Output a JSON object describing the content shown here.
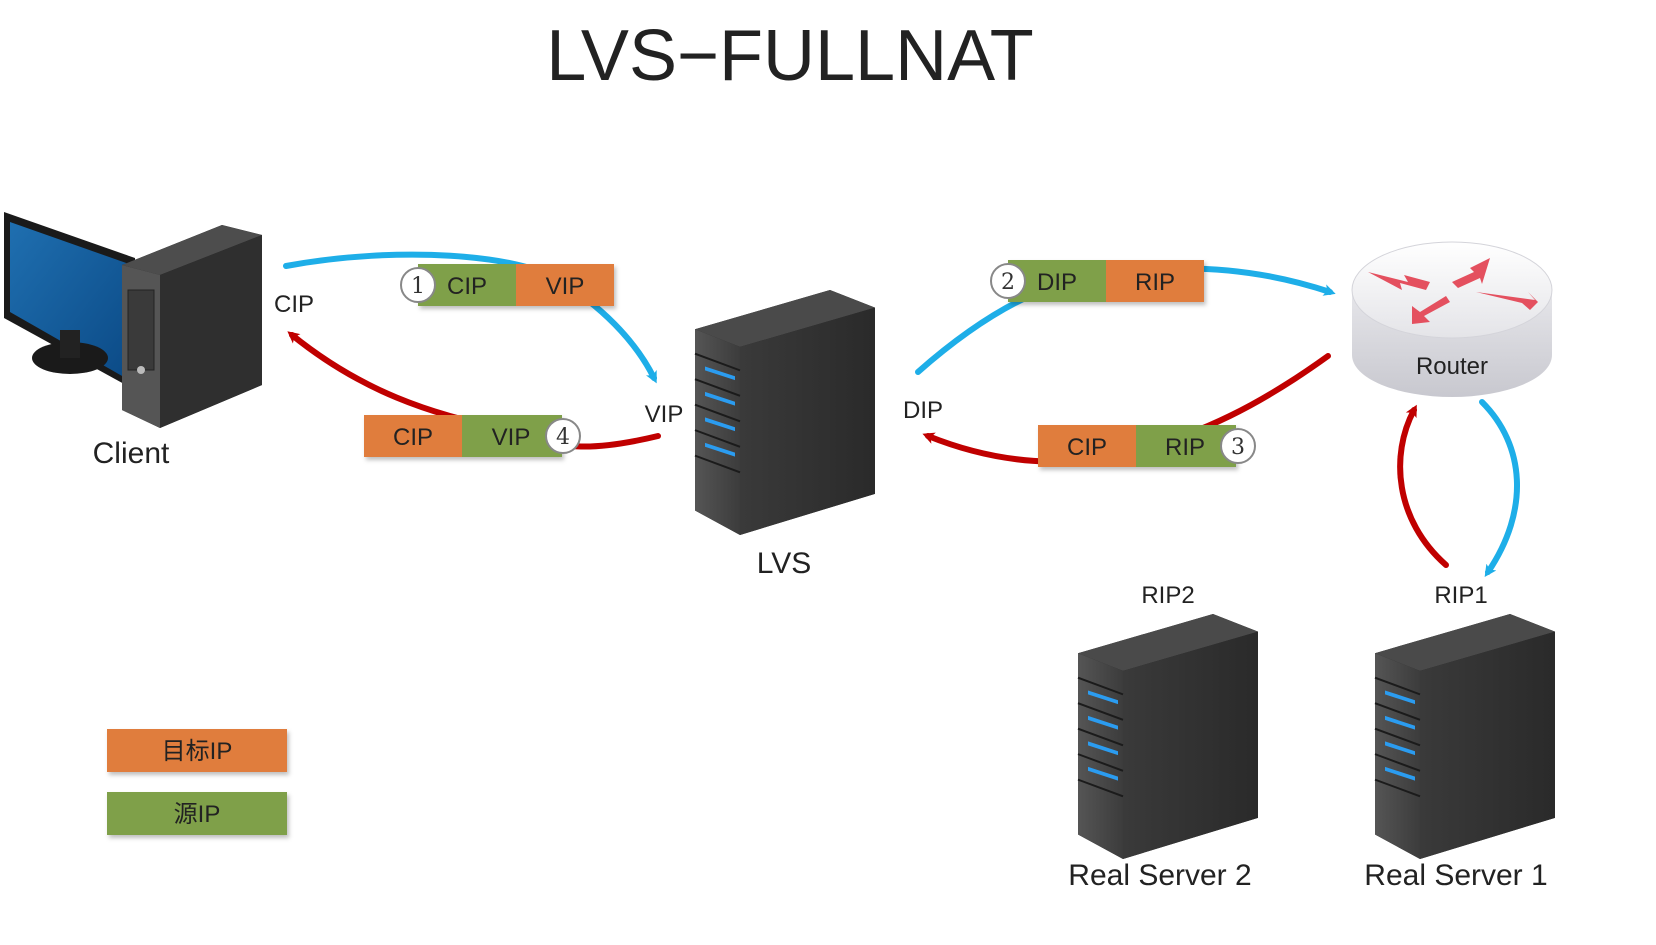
{
  "title": "LVS−FULLNAT",
  "nodes": {
    "client": "Client",
    "lvs": "LVS",
    "router": "Router",
    "rs2": "Real Server 2",
    "rs1": "Real Server 1"
  },
  "ip_labels": {
    "cip": "CIP",
    "vip": "VIP",
    "dip": "DIP",
    "rip2": "RIP2",
    "rip1": "RIP1"
  },
  "packets": {
    "p1": {
      "step": "1",
      "src": "CIP",
      "dst": "VIP"
    },
    "p2": {
      "step": "2",
      "src": "DIP",
      "dst": "RIP"
    },
    "p3": {
      "step": "3",
      "dst": "CIP",
      "src": "RIP"
    },
    "p4": {
      "step": "4",
      "dst": "CIP",
      "src": "VIP"
    }
  },
  "legend": {
    "dst": "目标IP",
    "src": "源IP"
  },
  "colors": {
    "dst": "#e07d3c",
    "src": "#7fa04a",
    "request_arrow": "#1eaee8",
    "response_arrow": "#c00000"
  }
}
